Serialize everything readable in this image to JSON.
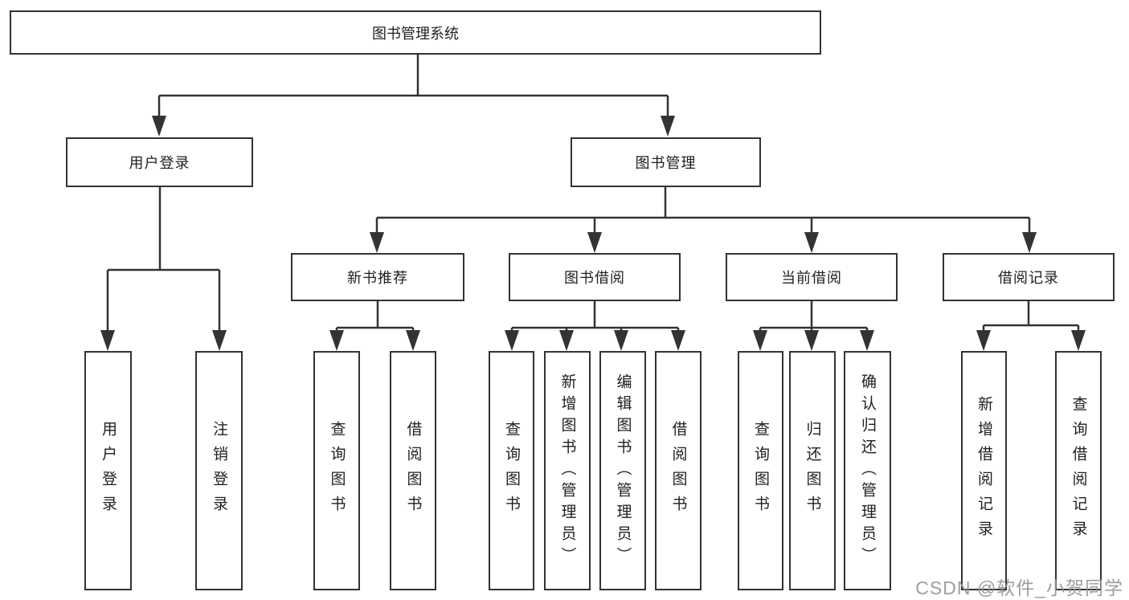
{
  "diagram": {
    "colors": {
      "line": "#333333",
      "box_border": "#333333",
      "box_fill": "#ffffff",
      "text": "#1f1f1f",
      "watermark": "#9a989a"
    },
    "watermark": "CSDN @软件_小贺同学",
    "nodes": {
      "root": {
        "label": "图书管理系统"
      },
      "level2": [
        {
          "label": "用户登录"
        },
        {
          "label": "图书管理"
        }
      ],
      "level3": [
        {
          "label": "新书推荐",
          "parent": "图书管理"
        },
        {
          "label": "图书借阅",
          "parent": "图书管理"
        },
        {
          "label": "当前借阅",
          "parent": "图书管理"
        },
        {
          "label": "借阅记录",
          "parent": "图书管理"
        }
      ],
      "leaves": [
        {
          "label": "用户登录",
          "parent": "用户登录"
        },
        {
          "label": "注销登录",
          "parent": "用户登录"
        },
        {
          "label": "查询图书",
          "parent": "新书推荐"
        },
        {
          "label": "借阅图书",
          "parent": "新书推荐"
        },
        {
          "label": "查询图书",
          "parent": "图书借阅"
        },
        {
          "label": "新增图书（管理员）",
          "parent": "图书借阅"
        },
        {
          "label": "编辑图书（管理员）",
          "parent": "图书借阅"
        },
        {
          "label": "借阅图书",
          "parent": "图书借阅"
        },
        {
          "label": "查询图书",
          "parent": "当前借阅"
        },
        {
          "label": "归还图书",
          "parent": "当前借阅"
        },
        {
          "label": "确认归还（管理员）",
          "parent": "当前借阅"
        },
        {
          "label": "新增借阅记录",
          "parent": "借阅记录"
        },
        {
          "label": "查询借阅记录",
          "parent": "借阅记录"
        }
      ]
    }
  }
}
